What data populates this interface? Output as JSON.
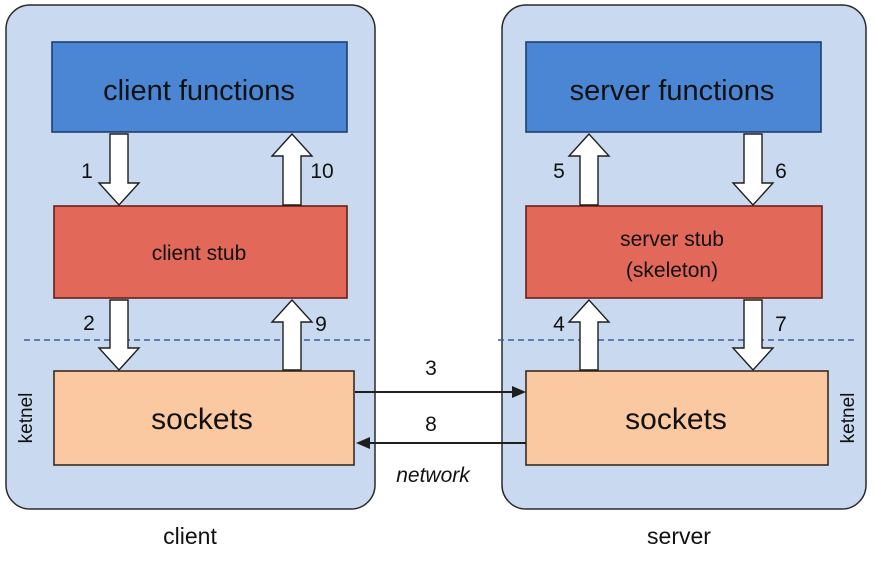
{
  "client": {
    "functions_label": "client functions",
    "stub_label": "client stub",
    "sockets_label": "sockets",
    "kernel_label": "ketnel",
    "pane_label": "client"
  },
  "server": {
    "functions_label": "server functions",
    "stub_label_line1": "server stub",
    "stub_label_line2": "(skeleton)",
    "sockets_label": "sockets",
    "kernel_label": "ketnel",
    "pane_label": "server"
  },
  "network_label": "network",
  "steps": {
    "s1": "1",
    "s2": "2",
    "s3": "3",
    "s4": "4",
    "s5": "5",
    "s6": "6",
    "s7": "7",
    "s8": "8",
    "s9": "9",
    "s10": "10"
  },
  "colors": {
    "pane": "#c9daf0",
    "functions": "#4a86d4",
    "stub": "#e2695a",
    "sockets": "#fbc9a1",
    "divider": "#3d5f9c"
  }
}
